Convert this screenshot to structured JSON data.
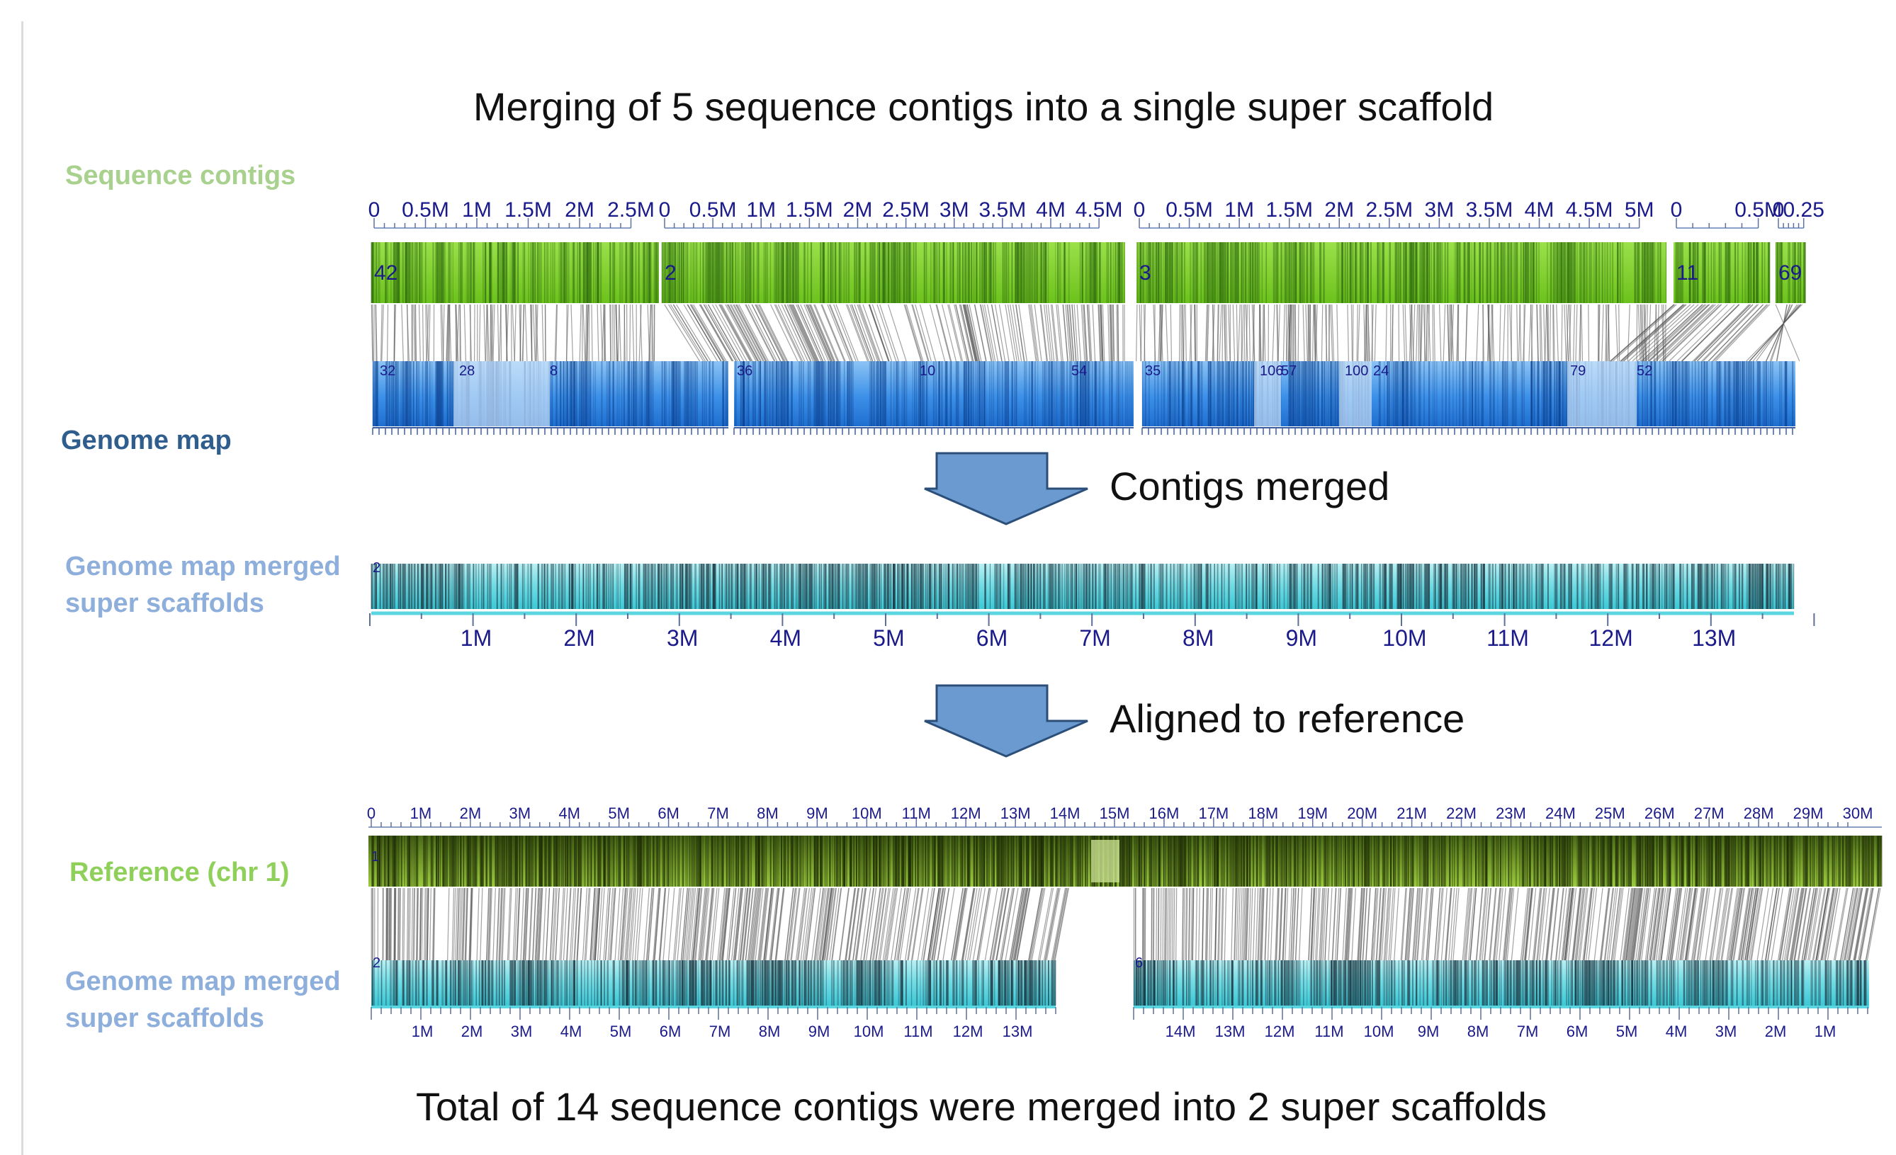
{
  "title_top": "Merging of 5 sequence contigs into a single super scaffold",
  "title_bottom": "Total of 14 sequence contigs were merged into 2 super scaffolds",
  "labels": {
    "sequence_contigs": "Sequence contigs",
    "genome_map": "Genome map",
    "genome_map_merged_1a": "Genome map merged",
    "genome_map_merged_1b": "super scaffolds",
    "reference": "Reference (chr 1)",
    "genome_map_merged_2a": "Genome map merged",
    "genome_map_merged_2b": "super scaffolds"
  },
  "steps": {
    "contigs_merged": "Contigs merged",
    "aligned_to_reference": "Aligned to reference"
  },
  "colors": {
    "contig_green": "#7ed321",
    "map_blue": "#3a8ee6",
    "merged_cyan": "#5ad6e0",
    "reference_olive": "#6f9a2a",
    "arrow_fill": "#6a9ad0",
    "axis_text": "#1a1a8a"
  },
  "panel1": {
    "contigs": [
      {
        "id": "42",
        "ticks": [
          "0",
          "0.5M",
          "1M",
          "1.5M",
          "2M",
          "2.5M"
        ]
      },
      {
        "id": "2",
        "ticks": [
          "0",
          "0.5M",
          "1M",
          "1.5M",
          "2M",
          "2.5M",
          "3M",
          "3.5M",
          "4M",
          "4.5M"
        ]
      },
      {
        "id": "3",
        "ticks": [
          "0",
          "0.5M",
          "1M",
          "1.5M",
          "2M",
          "2.5M",
          "3M",
          "3.5M",
          "4M",
          "4.5M",
          "5M"
        ]
      },
      {
        "id": "11",
        "ticks": [
          "0",
          "0.5M"
        ]
      },
      {
        "id": "69",
        "ticks": [
          "0",
          "0.25"
        ]
      }
    ],
    "genome_map_ids": [
      "32",
      "28",
      "8",
      "36",
      "10",
      "54",
      "35",
      "106",
      "57",
      "100",
      "24",
      "79",
      "52"
    ]
  },
  "panel2": {
    "id": "2",
    "ticks": [
      "1M",
      "2M",
      "3M",
      "4M",
      "5M",
      "6M",
      "7M",
      "8M",
      "9M",
      "10M",
      "11M",
      "12M",
      "13M"
    ]
  },
  "panel3": {
    "reference_id": "1",
    "reference_ticks": [
      "0",
      "1M",
      "2M",
      "3M",
      "4M",
      "5M",
      "6M",
      "7M",
      "8M",
      "9M",
      "10M",
      "11M",
      "12M",
      "13M",
      "14M",
      "15M",
      "16M",
      "17M",
      "18M",
      "19M",
      "20M",
      "21M",
      "22M",
      "23M",
      "24M",
      "25M",
      "26M",
      "27M",
      "28M",
      "29M",
      "30M"
    ],
    "scaffold_left_id": "2",
    "scaffold_left_ticks": [
      "1M",
      "2M",
      "3M",
      "4M",
      "5M",
      "6M",
      "7M",
      "8M",
      "9M",
      "10M",
      "11M",
      "12M",
      "13M"
    ],
    "scaffold_right_id": "6",
    "scaffold_right_ticks": [
      "14M",
      "13M",
      "12M",
      "11M",
      "10M",
      "9M",
      "8M",
      "7M",
      "6M",
      "5M",
      "4M",
      "3M",
      "2M",
      "1M"
    ]
  }
}
